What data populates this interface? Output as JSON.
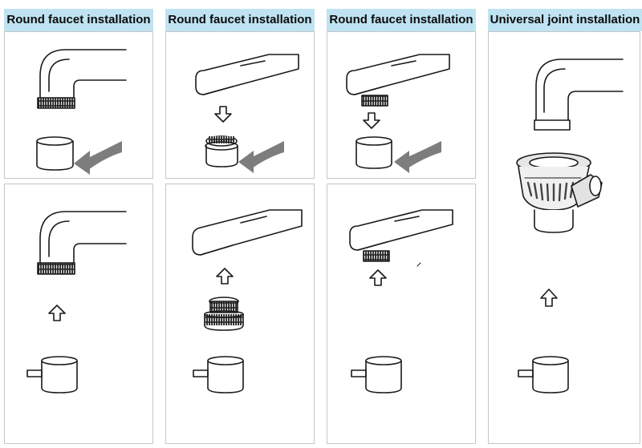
{
  "headers": [
    "Round faucet installation",
    "Round faucet installation",
    "Round faucet installation",
    "Universal joint installation"
  ],
  "colors": {
    "header_bg": "#bfe3f2",
    "panel_border": "#c6c6c6",
    "line": "#1a1a1a",
    "curved_arrow": "#7d7d7d"
  },
  "icons": {
    "pipe": "curved-pipe-icon",
    "flat_spout": "flat-spout-icon",
    "sleeve": "threaded-sleeve-icon",
    "adapter": "adapter-nut-icon",
    "arrow_up": "up-arrow-icon",
    "arrow_down": "down-arrow-icon",
    "rotate": "curved-rotate-arrow-icon",
    "joint": "universal-joint-icon",
    "connector": "side-port-connector-icon"
  }
}
